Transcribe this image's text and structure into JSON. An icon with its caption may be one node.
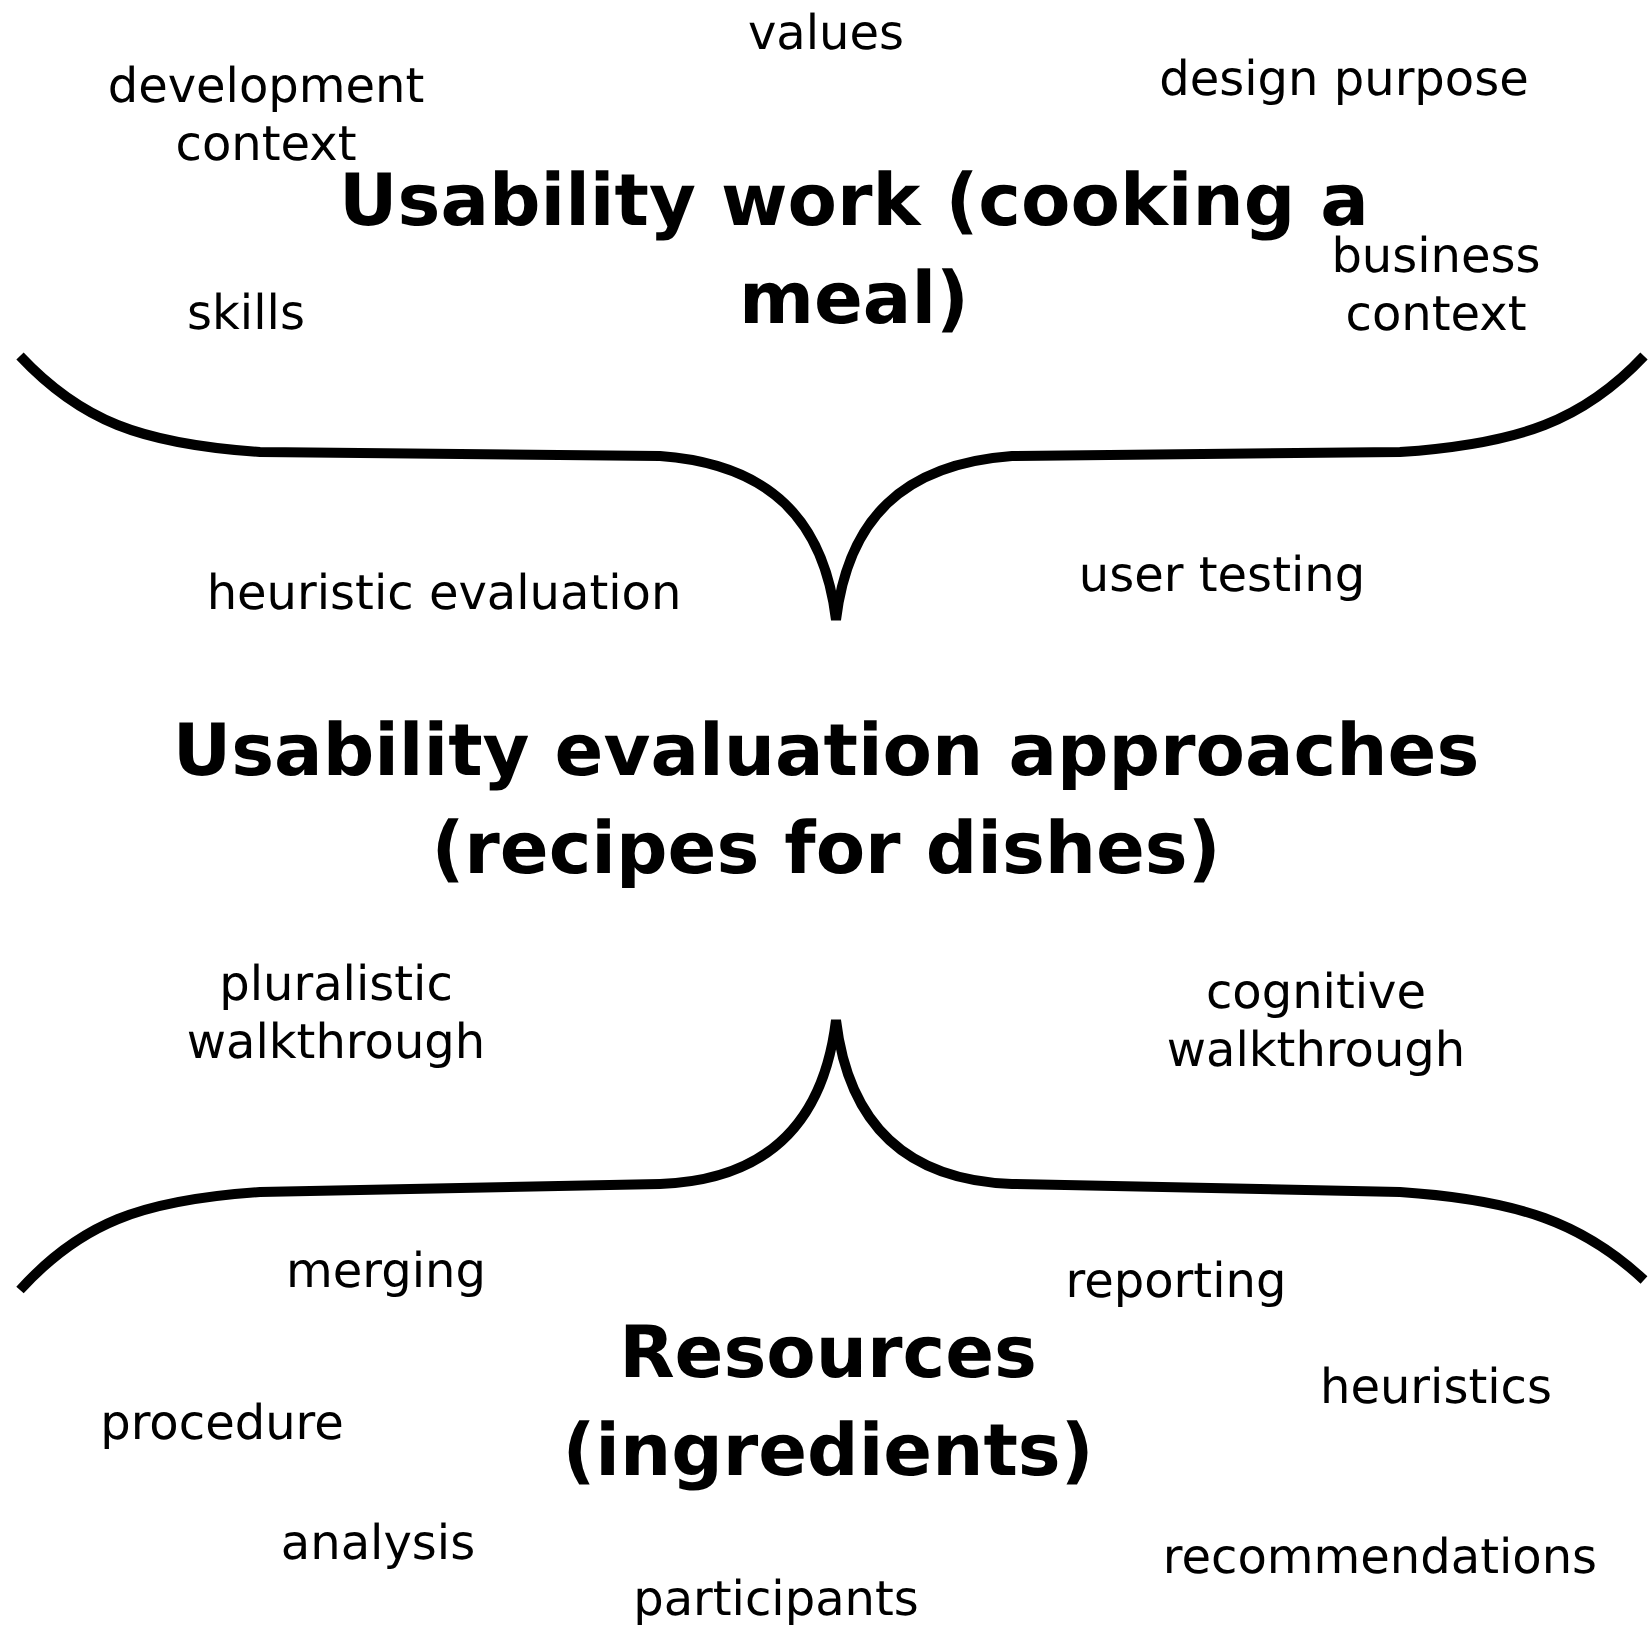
{
  "diagram": {
    "labels": [
      "development context",
      "values",
      "design purpose",
      "Usability work (cooking a meal)",
      "skills",
      "business context",
      "heuristic evaluation",
      "user testing",
      "Usability evaluation approaches (recipes for dishes)",
      "pluralistic walkthrough",
      "cognitive walkthrough",
      "merging",
      "reporting",
      "Resources (ingredients)",
      "procedure",
      "heuristics",
      "analysis",
      "recommendations",
      "participants"
    ]
  }
}
